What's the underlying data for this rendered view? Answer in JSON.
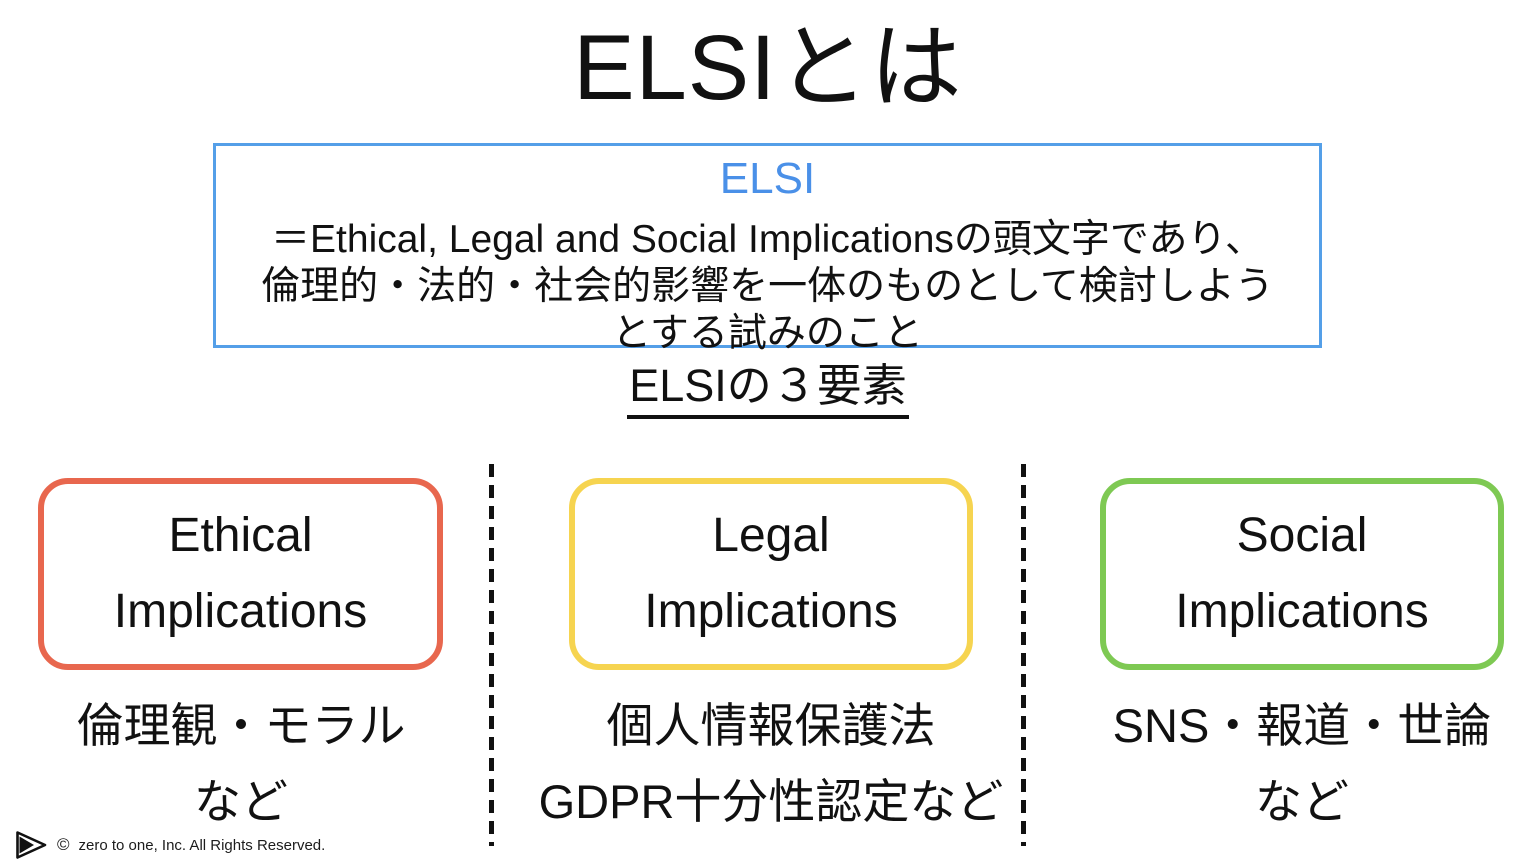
{
  "title": "ELSIとは",
  "definition_box": {
    "heading": "ELSI",
    "heading_color": "#4a90e8",
    "border_color": "#549fe8",
    "lines": [
      "＝Ethical, Legal and Social Implicationsの頭文字であり、",
      "倫理的・法的・社会的影響を一体のものとして検討しよう",
      "とする試みのこと"
    ]
  },
  "section_heading": "ELSIの３要素",
  "elements": [
    {
      "name_line1": "Ethical",
      "name_line2": "Implications",
      "border_color": "#e8674e",
      "desc_line1": "倫理観・モラル",
      "desc_line2": "など"
    },
    {
      "name_line1": "Legal",
      "name_line2": "Implications",
      "border_color": "#f6d450",
      "desc_line1": "個人情報保護法",
      "desc_line2": "GDPR十分性認定など"
    },
    {
      "name_line1": "Social",
      "name_line2": "Implications",
      "border_color": "#7ec953",
      "desc_line1": "SNS・報道・世論",
      "desc_line2": "など"
    }
  ],
  "footer": {
    "copyright_symbol": "©",
    "text": "zero to one, Inc. All Rights Reserved."
  }
}
